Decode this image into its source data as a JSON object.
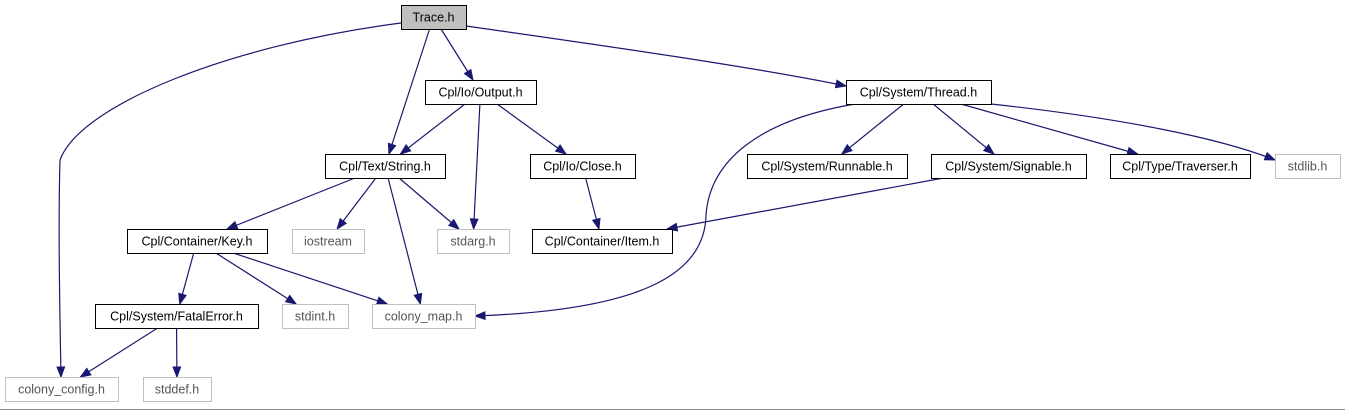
{
  "diagram": {
    "title": "Trace.h",
    "colors": {
      "edge": "#191970",
      "root_fill": "#bfbfbf",
      "internal_border": "#000000",
      "external_border": "#bfbfbf"
    },
    "nodes": [
      {
        "id": "trace",
        "label": "Trace.h",
        "kind": "root"
      },
      {
        "id": "output",
        "label": "Cpl/Io/Output.h",
        "kind": "internal"
      },
      {
        "id": "thread",
        "label": "Cpl/System/Thread.h",
        "kind": "internal"
      },
      {
        "id": "string",
        "label": "Cpl/Text/String.h",
        "kind": "internal"
      },
      {
        "id": "close",
        "label": "Cpl/Io/Close.h",
        "kind": "internal"
      },
      {
        "id": "runnable",
        "label": "Cpl/System/Runnable.h",
        "kind": "internal"
      },
      {
        "id": "signable",
        "label": "Cpl/System/Signable.h",
        "kind": "internal"
      },
      {
        "id": "traverser",
        "label": "Cpl/Type/Traverser.h",
        "kind": "internal"
      },
      {
        "id": "stdlib",
        "label": "stdlib.h",
        "kind": "external"
      },
      {
        "id": "key",
        "label": "Cpl/Container/Key.h",
        "kind": "internal"
      },
      {
        "id": "iostream",
        "label": "iostream",
        "kind": "external"
      },
      {
        "id": "stdarg",
        "label": "stdarg.h",
        "kind": "external"
      },
      {
        "id": "item",
        "label": "Cpl/Container/Item.h",
        "kind": "internal"
      },
      {
        "id": "fatalerror",
        "label": "Cpl/System/FatalError.h",
        "kind": "internal"
      },
      {
        "id": "stdint",
        "label": "stdint.h",
        "kind": "external"
      },
      {
        "id": "colony_map",
        "label": "colony_map.h",
        "kind": "external"
      },
      {
        "id": "colony_config",
        "label": "colony_config.h",
        "kind": "external"
      },
      {
        "id": "stddef",
        "label": "stddef.h",
        "kind": "external"
      }
    ],
    "edges": [
      {
        "from": "trace",
        "to": "colony_config"
      },
      {
        "from": "trace",
        "to": "string"
      },
      {
        "from": "trace",
        "to": "output"
      },
      {
        "from": "trace",
        "to": "thread"
      },
      {
        "from": "output",
        "to": "string"
      },
      {
        "from": "output",
        "to": "stdarg"
      },
      {
        "from": "output",
        "to": "close"
      },
      {
        "from": "string",
        "to": "key"
      },
      {
        "from": "string",
        "to": "iostream"
      },
      {
        "from": "string",
        "to": "stdarg"
      },
      {
        "from": "string",
        "to": "colony_map"
      },
      {
        "from": "close",
        "to": "item"
      },
      {
        "from": "thread",
        "to": "colony_map"
      },
      {
        "from": "thread",
        "to": "runnable"
      },
      {
        "from": "thread",
        "to": "signable"
      },
      {
        "from": "thread",
        "to": "traverser"
      },
      {
        "from": "thread",
        "to": "stdlib"
      },
      {
        "from": "signable",
        "to": "item"
      },
      {
        "from": "key",
        "to": "fatalerror"
      },
      {
        "from": "key",
        "to": "stdint"
      },
      {
        "from": "key",
        "to": "colony_map"
      },
      {
        "from": "fatalerror",
        "to": "colony_config"
      },
      {
        "from": "fatalerror",
        "to": "stddef"
      }
    ]
  }
}
